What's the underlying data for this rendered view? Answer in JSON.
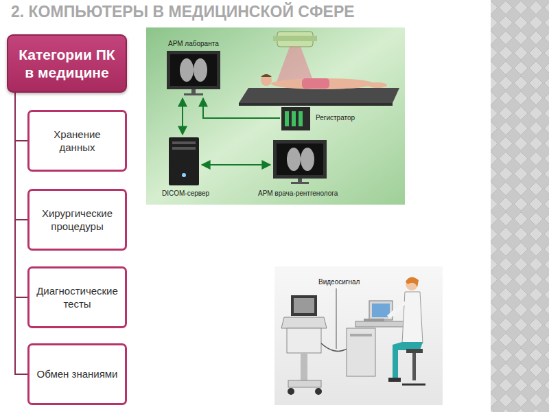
{
  "diagram": {
    "title": "2. КОМПЬЮТЕРЫ В МЕДИЦИНСКОЙ СФЕРЕ",
    "nodes": [
      {
        "text": [
          "Категории ПК в медицине"
        ]
      },
      {
        "text": [
          "Хранение данных"
        ]
      },
      {
        "text": [
          "Хирургические процедуры"
        ]
      },
      {
        "text": [
          "Диагностические тесты"
        ]
      },
      {
        "text": [
          "Обмен знаниями"
        ]
      }
    ],
    "edges": [
      {
        "from": 0,
        "to": 1,
        "arrow": "none"
      },
      {
        "from": 0,
        "to": 2,
        "arrow": "none"
      },
      {
        "from": 0,
        "to": 3,
        "arrow": "none"
      },
      {
        "from": 0,
        "to": 4,
        "arrow": "none"
      }
    ],
    "labels": [
      "АРМ лаборанта",
      "Регистратор",
      "DICOM-сервер",
      "АРМ врача-рентгенолога",
      "Видеосигнал"
    ]
  }
}
